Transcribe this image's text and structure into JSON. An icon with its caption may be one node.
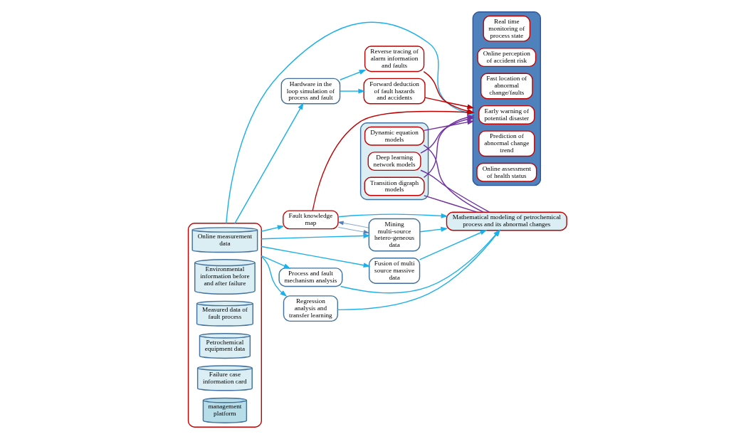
{
  "diagram": {
    "nodes": [
      {
        "text": [],
        "shape": "box"
      },
      {
        "text": [
          "Real time monitoring of process state"
        ],
        "in": 0
      },
      {
        "text": [
          "Online perception of accident risk"
        ],
        "in": 0
      },
      {
        "text": [
          "Fast location of abnormal change/faults"
        ],
        "in": 0
      },
      {
        "text": [
          "Early warning of potential disaster"
        ],
        "in": 0
      },
      {
        "text": [
          "Prediction of abnormal change trend"
        ],
        "in": 0
      },
      {
        "text": [
          "Online assessment of health status"
        ],
        "in": 0
      },
      {
        "text": [],
        "shape": "box"
      },
      {
        "text": [
          "Online measurement data"
        ],
        "in": 7
      },
      {
        "text": [
          "Environmental information before and after failure"
        ],
        "in": 7
      },
      {
        "text": [
          "Measured data of fault process"
        ],
        "in": 7
      },
      {
        "text": [
          "Petrochemical equipment data"
        ],
        "in": 7
      },
      {
        "text": [
          "Failure case information card"
        ],
        "in": 7
      },
      {
        "text": [
          "management platform"
        ],
        "in": 7
      },
      {
        "text": [
          "Fault knowledge map"
        ]
      },
      {
        "text": [
          "Mining multi-source hetero-geneous data"
        ]
      },
      {
        "text": [],
        "shape": "box"
      },
      {
        "text": [
          "Transition digraph models"
        ],
        "in": 16
      },
      {
        "text": [
          "Dynamic equation models"
        ],
        "in": 16
      },
      {
        "text": [
          "Deep learning network models"
        ],
        "in": 16
      },
      {
        "text": [
          "Mathematical modeling of petrochemical process and its abnormal changes"
        ]
      },
      {
        "text": [
          "Fusion of multi source massive data"
        ]
      },
      {
        "text": [
          "Process and fault mechanism analysis"
        ]
      },
      {
        "text": [
          "Regression analysis and transfer learning"
        ]
      },
      {
        "text": [
          "Hardware in the loop simulation of process and fault"
        ]
      },
      {
        "text": [
          "Reverse tracing of alarm information and faults"
        ]
      },
      {
        "text": [
          "Forward deduction of fault hazards and accidents"
        ]
      }
    ],
    "edges": [
      {
        "from": 7,
        "to": 0,
        "arrow": "to"
      },
      {
        "from": 7,
        "to": 14,
        "arrow": "to"
      },
      {
        "from": 7,
        "to": 15,
        "arrow": "to"
      },
      {
        "from": 14,
        "to": 15,
        "arrow": "to",
        "color": "#4f81bd"
      },
      {
        "from": 15,
        "to": 14,
        "arrow": "to",
        "color": "#4f81bd"
      },
      {
        "from": 14,
        "to": 20,
        "arrow": "to"
      },
      {
        "from": 15,
        "to": 20,
        "arrow": "to"
      },
      {
        "from": 7,
        "to": 21,
        "arrow": "to"
      },
      {
        "from": 7,
        "to": 22,
        "arrow": "to"
      },
      {
        "from": 7,
        "to": 23,
        "arrow": "to"
      },
      {
        "from": 7,
        "to": 24,
        "arrow": "to"
      },
      {
        "from": 21,
        "to": 20,
        "arrow": "to"
      },
      {
        "from": 22,
        "to": 20,
        "arrow": "to"
      },
      {
        "from": 23,
        "to": 20,
        "arrow": "to"
      },
      {
        "from": 24,
        "to": 25,
        "arrow": "to"
      },
      {
        "from": 24,
        "to": 26,
        "arrow": "to"
      },
      {
        "from": 17,
        "to": 20,
        "arrow": "none",
        "color": "#7030a0"
      },
      {
        "from": 18,
        "to": 20,
        "arrow": "none",
        "color": "#7030a0"
      },
      {
        "from": 19,
        "to": 20,
        "arrow": "none",
        "color": "#7030a0"
      },
      {
        "from": 17,
        "to": 0,
        "arrow": "to",
        "color": "#7030a0"
      },
      {
        "from": 18,
        "to": 0,
        "arrow": "to",
        "color": "#7030a0"
      },
      {
        "from": 19,
        "to": 0,
        "arrow": "to",
        "color": "#7030a0"
      },
      {
        "from": 14,
        "to": 0,
        "arrow": "to",
        "color": "#c00000"
      },
      {
        "from": 25,
        "to": 0,
        "arrow": "to",
        "color": "#c00000"
      },
      {
        "from": 26,
        "to": 0,
        "arrow": "to",
        "color": "#c00000"
      }
    ]
  }
}
